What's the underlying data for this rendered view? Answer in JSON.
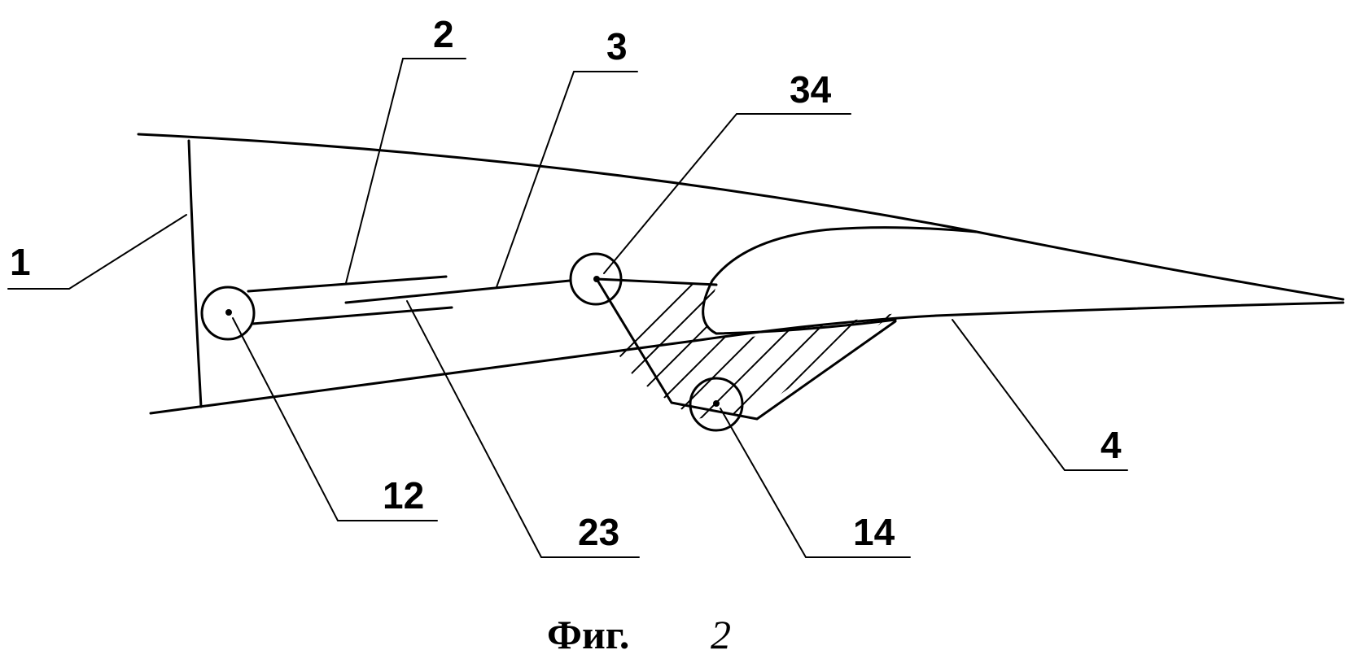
{
  "figure": {
    "labels": {
      "l1": "1",
      "l2": "2",
      "l3": "3",
      "l34": "34",
      "l12": "12",
      "l23": "23",
      "l14": "14",
      "l4": "4"
    },
    "caption": {
      "prefix": "Фиг.",
      "number": "2"
    }
  }
}
